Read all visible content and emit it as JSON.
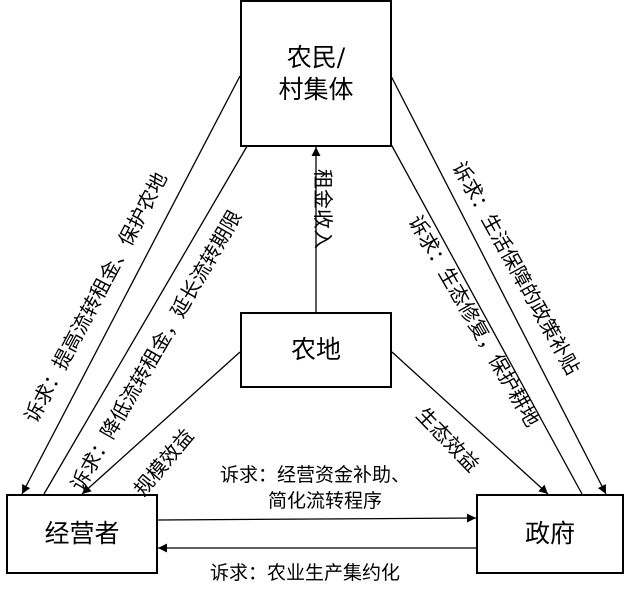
{
  "nodes": {
    "farmers_line1": "农民/",
    "farmers_line2": "村集体",
    "land": "农地",
    "operator": "经营者",
    "government": "政府"
  },
  "edges": {
    "land_to_farmers": "租金收入",
    "land_to_operator": "规模效益",
    "land_to_government": "生态效益",
    "farmers_to_operator": "诉求：提高流转租金、保护农地",
    "operator_to_farmers": "诉求：降低流转租金，延长流转期限",
    "farmers_to_government": "诉求：生活保障的政策补贴",
    "government_to_farmers": "诉求：生态修复，保护耕地",
    "operator_to_government_line1": "诉求：经营资金补助、",
    "operator_to_government_line2": "简化流转程序",
    "government_to_operator": "诉求：农业生产集约化"
  }
}
